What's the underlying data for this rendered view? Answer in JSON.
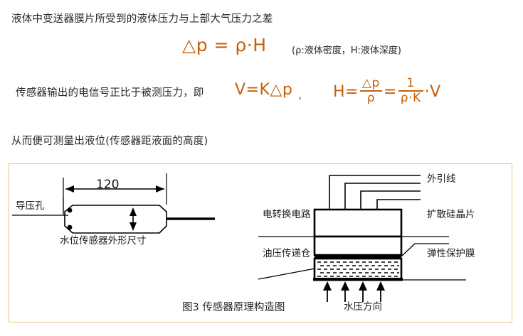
{
  "intro": {
    "line1": "液体中变送器膜片所受到的液体压力与上部大气压力之差",
    "line2": "传感器输出的电信号正比于被测压力，即",
    "line3": "从而便可测量出液位(传感器距液面的高度)"
  },
  "formula1": {
    "expression": "△p = ρ·H",
    "note": "(ρ:液体密度，H:液体深度)"
  },
  "formula2": {
    "left": "V=K△p",
    "comma": "，",
    "h_label": "H=",
    "frac1_num": "△p",
    "frac1_den": "ρ",
    "equals": "=",
    "frac2_num": "1",
    "frac2_den": "ρ·K",
    "tail": "·V"
  },
  "figure": {
    "caption": "图3  传感器原理构造图",
    "left_diagram": {
      "dimension_value": "120",
      "port_label": "导压孔",
      "caption": "水位传感器外形尺寸"
    },
    "right_diagram": {
      "lead_wire_label": "外引线",
      "silicon_chip_label": "扩散硅晶片",
      "circuit_label": "电转换电路",
      "oil_chamber_label": "油压传递仓",
      "membrane_label": "弹性保护膜",
      "pressure_direction_label": "水压方向"
    }
  },
  "colors": {
    "accent_orange": "#C4610A",
    "box_border": "#F0C479",
    "text": "#262626",
    "line": "#000000"
  }
}
